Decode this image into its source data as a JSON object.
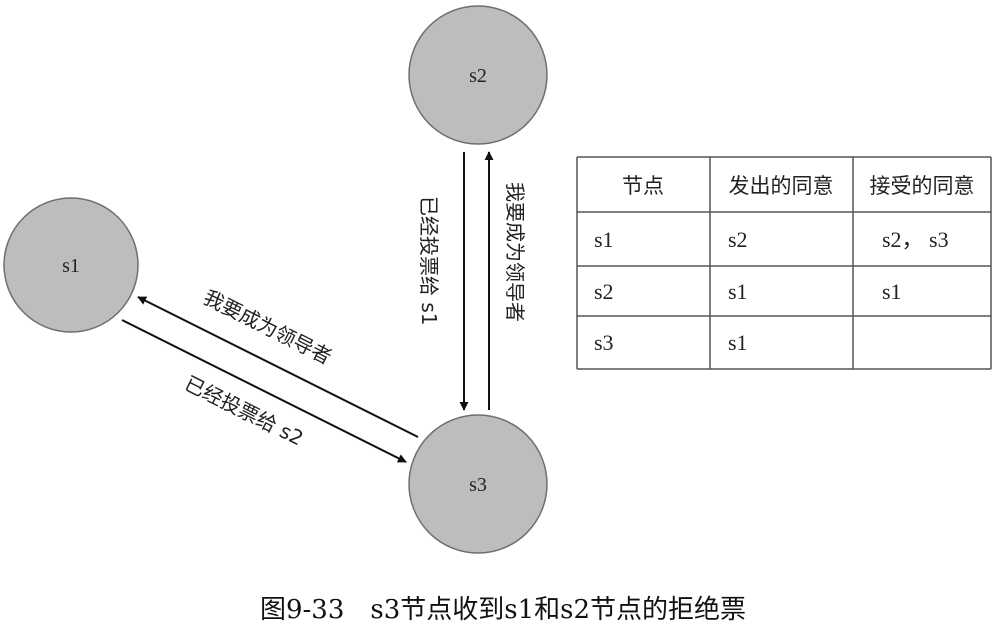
{
  "nodes": {
    "s1": "s1",
    "s2": "s2",
    "s3": "s3"
  },
  "messages": {
    "s3_to_s2": "我要成为领导者",
    "s2_to_s3": "已经投票给 s1",
    "s3_to_s1": "我要成为领导者",
    "s1_to_s3": "已经投票给 s2"
  },
  "table": {
    "headers": [
      "节点",
      "发出的同意",
      "接受的同意"
    ],
    "rows": [
      [
        "s1",
        "s2",
        "s2， s3"
      ],
      [
        "s2",
        "s1",
        "s1"
      ],
      [
        "s3",
        "s1",
        ""
      ]
    ]
  },
  "caption": "图9-33　s3节点收到s1和s2节点的拒绝票"
}
